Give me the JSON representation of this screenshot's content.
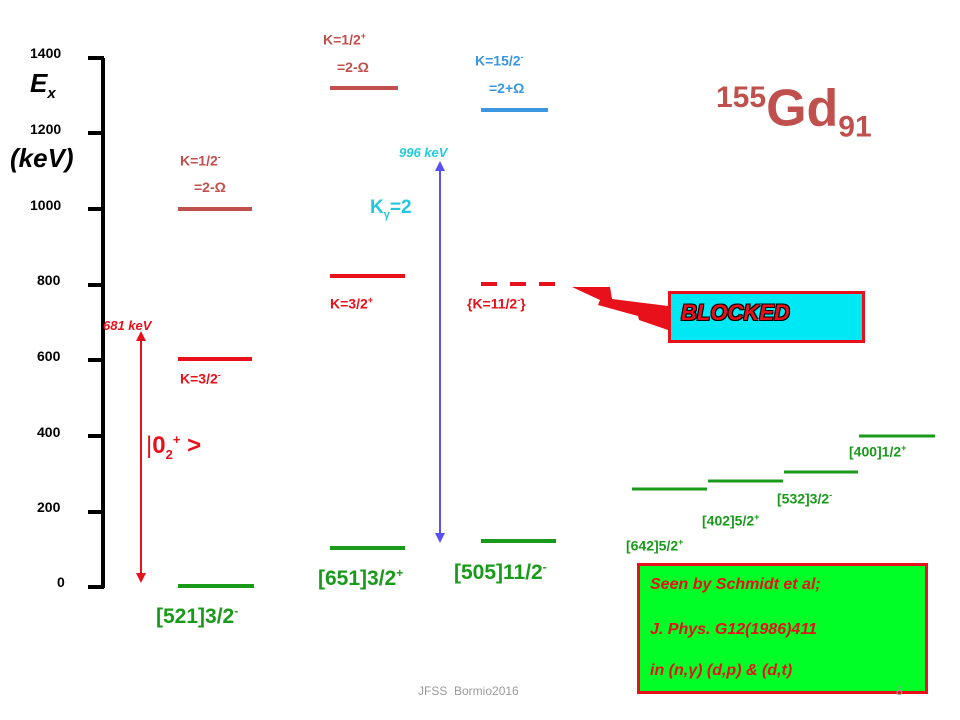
{
  "axis": {
    "label_main": "E",
    "label_sub": "x",
    "unit": "(keV)",
    "ticks": [
      "1400",
      "1200",
      "1000",
      "800",
      "600",
      "400",
      "200",
      "0"
    ]
  },
  "nucleus": {
    "mass": "155",
    "symbol": "Gd",
    "neutrons": "91"
  },
  "levels": {
    "gs_521": "[521]3/2",
    "gs_521_parity": "-",
    "k32minus": "K=3/2",
    "k32minus_parity": "-",
    "k12minus": "K=1/2",
    "k12minus_parity": "-",
    "k12minus_omega": "=2-Ω",
    "state_651": "[651]3/2",
    "state_651_parity": "+",
    "k32plus": "K=3/2",
    "k32plus_parity": "+",
    "k12plus": "K=1/2",
    "k12plus_parity": "+",
    "k12plus_omega": "=2-Ω",
    "state_505": "[505]11/2",
    "state_505_parity": "-",
    "k112": "{K=11/2",
    "k112_parity": "-",
    "k112_close": "}",
    "k152": "K=15/2",
    "k152_parity": "-",
    "k152_omega": "=2+Ω",
    "s642": "[642]5/2",
    "s642_parity": "+",
    "s402": "[402]5/2",
    "s402_parity": "+",
    "s532": "[532]3/2",
    "s532_parity": "-",
    "s400": "[400]1/2",
    "s400_parity": "+"
  },
  "arrows": {
    "e681": "681 keV",
    "e996": "996 keV"
  },
  "labels": {
    "kgamma_main": "K",
    "kgamma_sub": "γ",
    "kgamma_val": "=2",
    "ket_bar": "|",
    "ket_main": "0",
    "ket_sub": "2",
    "ket_sup": "+",
    "ket_close": " >",
    "blocked": "BLOCKED"
  },
  "reference": {
    "line1": "Seen by Schmidt et al;",
    "line2": "J. Phys. G12(1986)411",
    "line3": "in (n,γ) (d,p) & (d,t)"
  },
  "footer": {
    "text": "JFSS  Bormio2016",
    "page": "8"
  },
  "colors": {
    "green": "#1a9a1a",
    "rose": "#c0504d",
    "red": "#e8101a",
    "blue": "#3a96e0",
    "violet": "#5a4ff0",
    "cyan": "#00e8f4",
    "ref_green": "#00ff26"
  }
}
